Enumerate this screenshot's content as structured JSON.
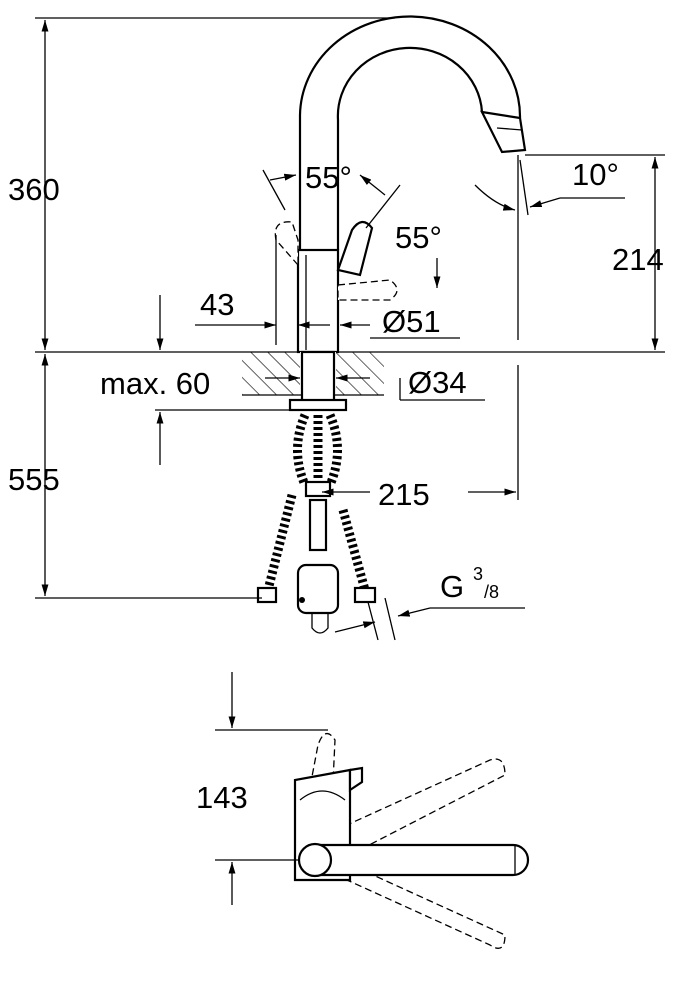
{
  "dimensions": {
    "total_height_above_deck": "360",
    "lever_angle_top": "55°",
    "spout_angle": "10°",
    "lever_angle_side": "55°",
    "spout_outlet_height": "214",
    "lever_offset": "43",
    "body_diameter": "Ø51",
    "max_deck_thickness": "max. 60",
    "hole_diameter": "Ø34",
    "hose_length": "555",
    "spout_reach": "215",
    "connection_prefix": "G",
    "connection_num": "3",
    "connection_den": "/8",
    "lever_clearance_top_view": "143"
  }
}
